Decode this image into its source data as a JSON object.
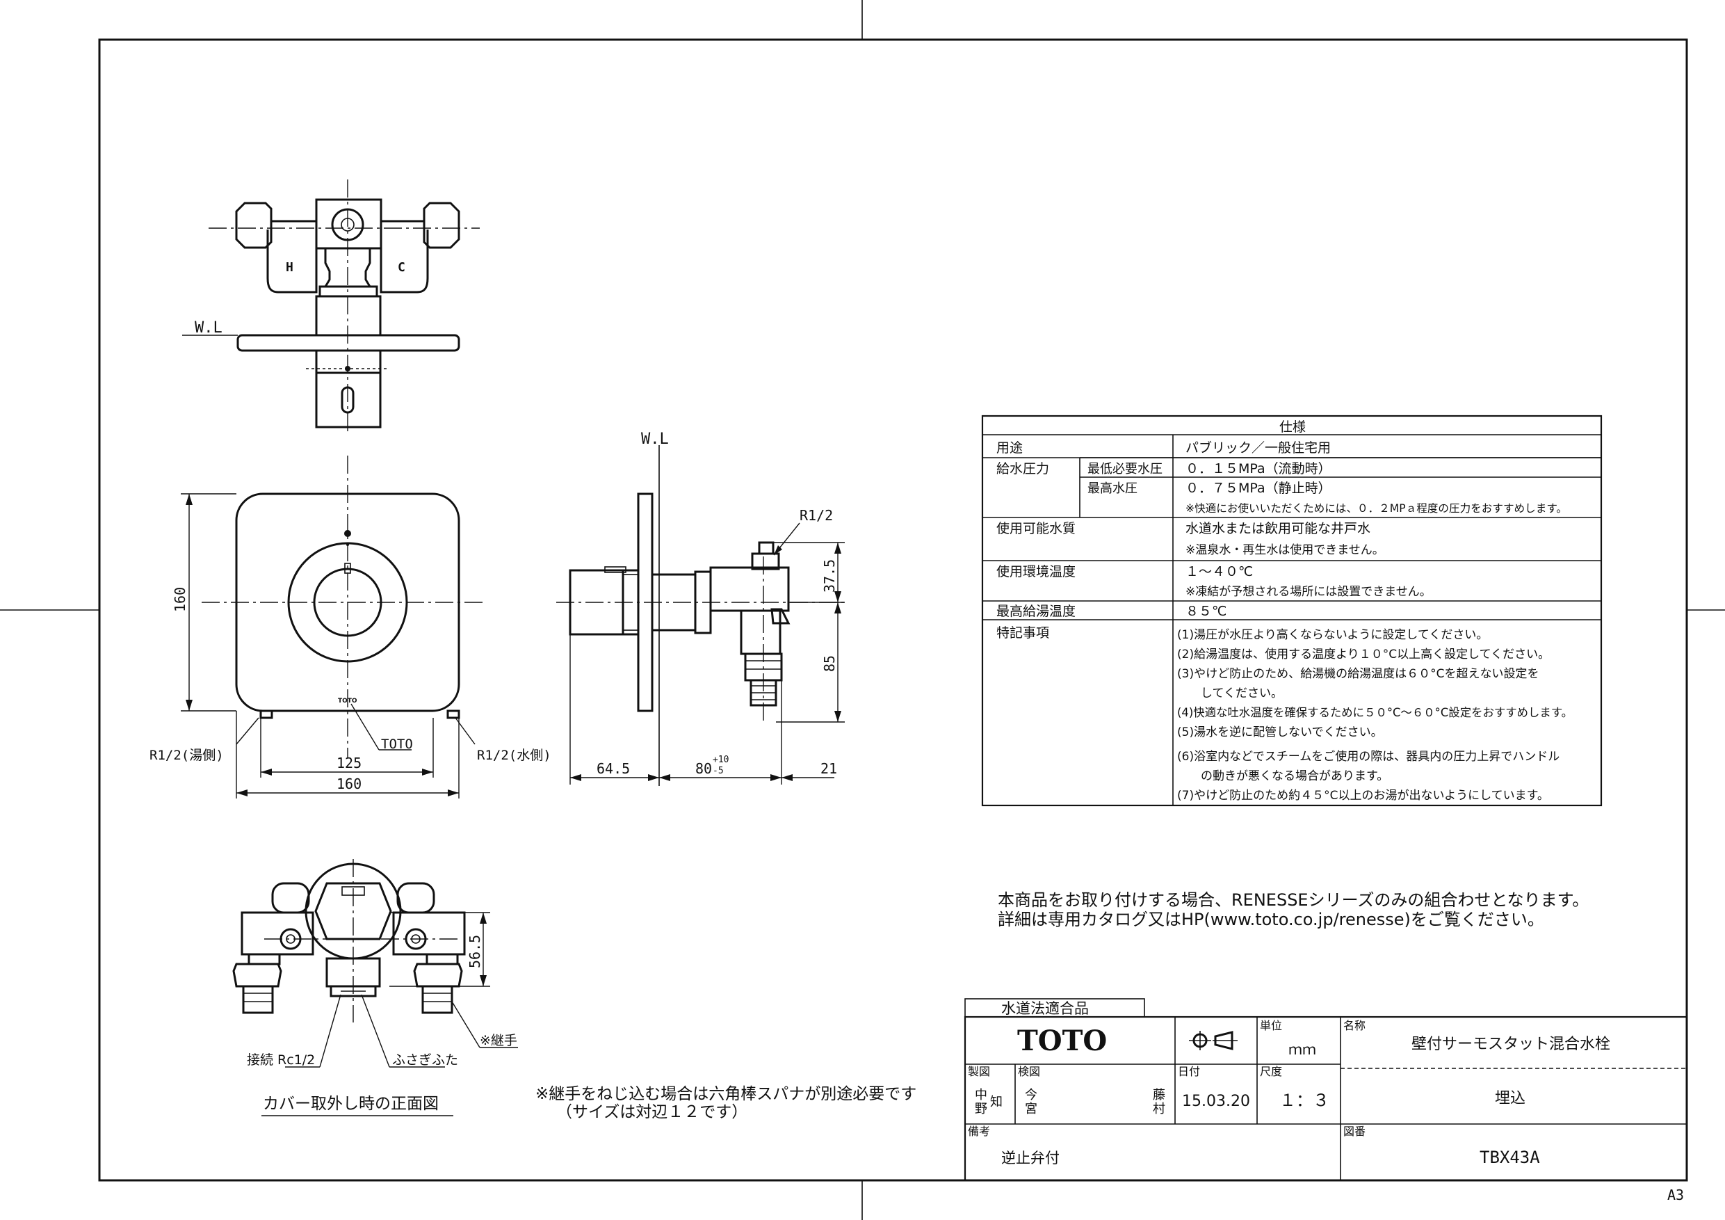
{
  "front_view": {
    "handle_hot": "H",
    "handle_cold": "C",
    "wl_label": "W.L",
    "dim_height": "160",
    "dim_width_125": "125",
    "dim_width_160": "160",
    "label_r12_hot": "R1/2(湯側)",
    "label_r12_cold": "R1/2(水側)",
    "label_toto": "TOTO",
    "plate_logo": "TOTO"
  },
  "side_view": {
    "wl_label": "W.L",
    "label_r12": "R1/2",
    "dim_37_5": "37.5",
    "dim_85": "85",
    "dim_64_5": "64.5",
    "dim_80": "80",
    "dim_80_tol_plus": "+10",
    "dim_80_tol_minus": "-5",
    "dim_21": "21"
  },
  "cover_removed_view": {
    "dim_56_5": "56.5",
    "label_connection": "接続 Rc1/2",
    "label_cap": "ふさぎふた",
    "label_fitting": "※継手",
    "caption": "カバー取外し時の正面図"
  },
  "wrench_note": {
    "line1": "※継手をねじ込む場合は六角棒スパナが別途必要です",
    "line2": "（サイズは対辺１２です）"
  },
  "spec_table": {
    "title": "仕様",
    "rows": [
      {
        "label": "用途",
        "sub": "",
        "value": "パブリック／一般住宅用"
      },
      {
        "label": "給水圧力",
        "sub": "最低必要水圧",
        "value": "０．１５MPa（流動時）"
      },
      {
        "label": "",
        "sub": "最高水圧",
        "value": "０．７５MPa（静止時）",
        "note": "※快適にお使いいただくためには、０．２MPａ程度の圧力をおすすめします。"
      },
      {
        "label": "使用可能水質",
        "sub": "",
        "value": "水道水または飲用可能な井戸水",
        "note": "※温泉水・再生水は使用できません。"
      },
      {
        "label": "使用環境温度",
        "sub": "",
        "value": "１～４０℃",
        "note": "※凍結が予想される場所には設置できません。"
      },
      {
        "label": "最高給湯温度",
        "sub": "",
        "value": "８５℃"
      }
    ],
    "notes_label": "特記事項",
    "notes": [
      "(1)湯圧が水圧より高くならないように設定してください。",
      "(2)給湯温度は、使用する温度より１０°C以上高く設定してください。",
      "(3)やけど防止のため、給湯機の給湯温度は６０°Cを超えない設定を",
      "　　してください。",
      "(4)快適な吐水温度を確保するために５０°C～６０°C設定をおすすめします。",
      "(5)湯水を逆に配管しないでください。",
      "(6)浴室内などでスチームをご使用の際は、器具内の圧力上昇でハンドル",
      "　　の動きが悪くなる場合があります。",
      "(7)やけど防止のため約４５°C以上のお湯が出ないようにしています。"
    ]
  },
  "combination_note": {
    "line1": "本商品をお取り付けする場合、RENESSEシリーズのみの組合わせとなります。",
    "line2": "詳細は専用カタログ又はHP(www.toto.co.jp/renesse)をご覧ください。"
  },
  "title_block": {
    "certification": "水道法適合品",
    "brand": "TOTO",
    "unit_label": "単位",
    "unit_value": "ｍｍ",
    "name_label": "名称",
    "name_value": "壁付サーモスタット混合水栓",
    "drawn_label": "製図",
    "drawn_by_1": "中",
    "drawn_by_2": "野",
    "drawn_by_3": "知",
    "checked_label": "検図",
    "checked_by_1": "今",
    "checked_by_2": "宮",
    "checked_by_3": "藤",
    "checked_by_4": "村",
    "date_label": "日付",
    "date_value": "15.03.20",
    "scale_label": "尺度",
    "scale_value": "１：３",
    "type_value": "埋込",
    "remarks_label": "備考",
    "remarks_value": "逆止弁付",
    "drawing_no_label": "図番",
    "drawing_no_value": "TBX43A"
  },
  "sheet_size": "A3"
}
